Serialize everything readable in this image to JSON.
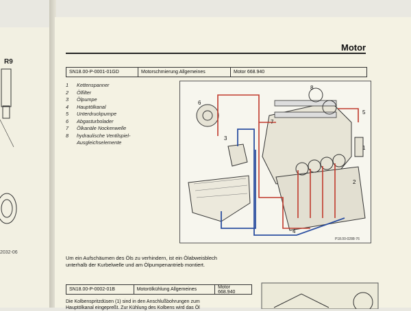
{
  "left_page": {
    "tag": "R9",
    "code": "2032-06"
  },
  "header": {
    "title": "Motor"
  },
  "section1": {
    "code": "SN18.00-P-0001-01GD",
    "title": "Motorschmierung Allgemeines",
    "engine": "Motor 668.940"
  },
  "legend": [
    {
      "num": "1",
      "label": "Kettenspanner"
    },
    {
      "num": "2",
      "label": "Ölfilter"
    },
    {
      "num": "3",
      "label": "Ölpumpe"
    },
    {
      "num": "4",
      "label": "Hauptölkanal"
    },
    {
      "num": "5",
      "label": "Unterdruckpumpe"
    },
    {
      "num": "6",
      "label": "Abgasturbolader"
    },
    {
      "num": "7",
      "label": "Ölkanäle Nockenwelle"
    },
    {
      "num": "8",
      "label": "hydraulische Ventilspiel-"
    },
    {
      "num": "",
      "label": "Ausgleichselemente"
    }
  ],
  "figure": {
    "code": "P18.00-0288-76",
    "callouts": [
      "6",
      "3",
      "7",
      "8",
      "5",
      "1",
      "2",
      "4"
    ]
  },
  "caption": {
    "line1": "Um ein Aufschäumen des Öls zu verhindern, ist ein Ölabweisblech",
    "line2": "unterhalb der Kurbelwelle und am Ölpumpenantrieb montiert."
  },
  "section2": {
    "code": "SN18.00-P-0002-01B",
    "title": "Motorölkühlung Allgemeines",
    "engine": "Motor 668.940"
  },
  "bottom_text": {
    "line1": "Die Kolbenspritzdüsen (1) sind in den Anschlußbohrungen zum",
    "line2": "Hauptölkanal eingepreßt. Zur Kühlung des Kolbens wird das Öl"
  }
}
